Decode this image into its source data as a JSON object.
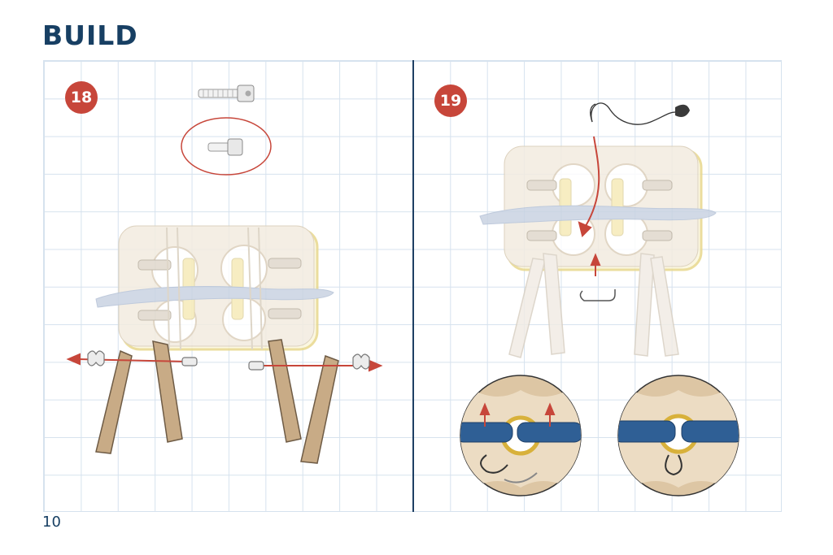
{
  "page": {
    "title": "BUILD",
    "page_number": "10"
  },
  "steps": [
    {
      "number": "18"
    },
    {
      "number": "19"
    }
  ],
  "colors": {
    "title": "#173f63",
    "step_badge": "#c7463a",
    "grid": "#d6e2ee",
    "divider": "#1e3f63",
    "wood": "#c8ab86",
    "rope_blue": "#2f5f95",
    "arrow_red": "#c7463a"
  }
}
